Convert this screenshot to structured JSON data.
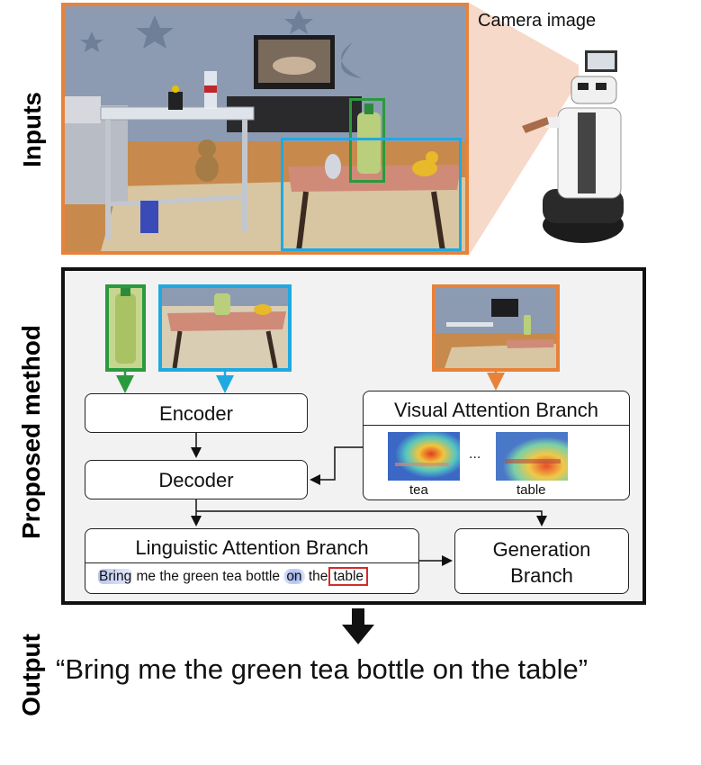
{
  "labels": {
    "inputs": "Inputs",
    "proposed_method": "Proposed method",
    "output": "Output",
    "camera_image": "Camera image"
  },
  "blocks": {
    "encoder": "Encoder",
    "decoder": "Decoder",
    "visual_attention_branch": "Visual Attention Branch",
    "linguistic_attention_branch": "Linguistic Attention Branch",
    "generation_branch_line1": "Generation",
    "generation_branch_line2": "Branch"
  },
  "attention_maps": {
    "left_caption": "tea",
    "ellipsis": "...",
    "right_caption": "table"
  },
  "sentence_tokens": [
    "Bring",
    "me",
    "the",
    "green",
    "tea",
    "bottle",
    "on",
    "the",
    "table"
  ],
  "output_sentence": "“Bring me the green tea bottle on the table”",
  "colors": {
    "orange": "#e8823a",
    "blue": "#1fa9e0",
    "green": "#2a9a3e",
    "panel_bg": "#f2f2f2",
    "highlight_red": "#d22c2c"
  }
}
